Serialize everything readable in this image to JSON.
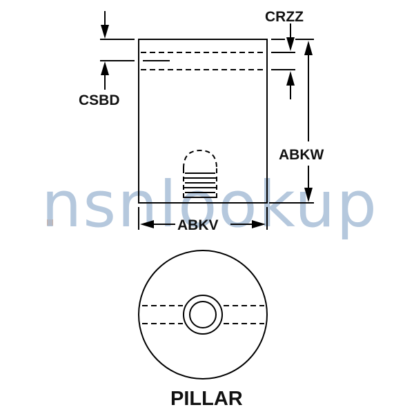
{
  "title": "PILLAR",
  "watermark": {
    "text": "nsnlookup",
    "color": "#a9bfd8",
    "dot_color": "#f4a46a"
  },
  "dimensions": {
    "csbd": "CSBD",
    "crzz": "CRZZ",
    "abkw": "ABKW",
    "abkv": "ABKV"
  },
  "views": {
    "side": "side-elevation",
    "end": "end-view"
  },
  "colors": {
    "line": "#000000",
    "background": "#ffffff"
  }
}
